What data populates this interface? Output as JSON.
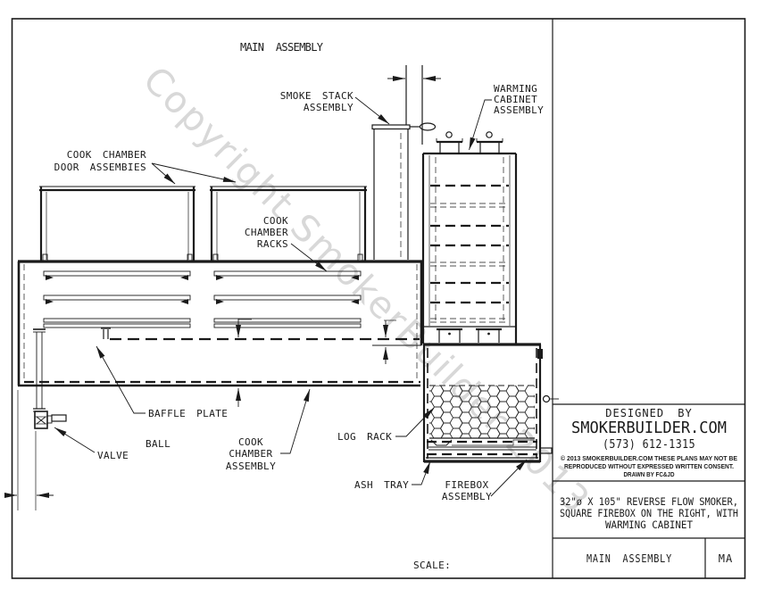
{
  "page": {
    "title": "MAIN ASSEMBLY",
    "scale_label": "SCALE:"
  },
  "watermark": "Copyright SmokerBuilder 2013",
  "callouts": {
    "smoke_stack": [
      "SMOKE STACK",
      "ASSEMBLY"
    ],
    "warming_cabinet": [
      "WARMING",
      "CABINET",
      "ASSEMBLY"
    ],
    "cook_chamber_doors": [
      "COOK CHAMBER",
      "DOOR ASSEMBIES"
    ],
    "cook_chamber_racks": [
      "COOK",
      "CHAMBER",
      "RACKS"
    ],
    "baffle_plate": "BAFFLE PLATE",
    "ball": "BALL",
    "valve": "VALVE",
    "cook_chamber_assembly": [
      "COOK",
      "CHAMBER",
      "ASSEMBLY"
    ],
    "log_rack": "LOG RACK",
    "ash_tray": "ASH TRAY",
    "firebox_assembly": [
      "FIREBOX",
      "ASSEMBLY"
    ]
  },
  "title_block": {
    "designed_by": "DESIGNED BY",
    "company": "SMOKERBUILDER.COM",
    "phone": "(573) 612-1315",
    "legal": [
      "© 2013 SMOKERBUILDER.COM THESE PLANS MAY NOT BE",
      "REPRODUCED WITHOUT EXPRESSED WRITTEN CONSENT.",
      "DRAWN BY FC&JD"
    ],
    "description": [
      "32\"ø X 105\" REVERSE FLOW SMOKER,",
      "SQUARE FIREBOX ON THE RIGHT, WITH",
      "WARMING CABINET"
    ],
    "sheet_title": "MAIN ASSEMBLY",
    "sheet_code": "MA"
  },
  "colors": {
    "ink": "#1a1a1a",
    "watermark": "#d2d2d2",
    "paper": "#ffffff"
  }
}
